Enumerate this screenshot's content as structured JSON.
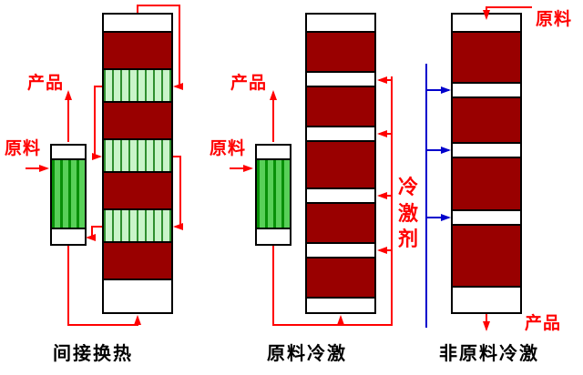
{
  "colors": {
    "catalyst_bed": "#990000",
    "pipe_red": "#ff0000",
    "pipe_blue": "#0000cc",
    "label_text": "#ff0000",
    "caption_text": "#000000"
  },
  "diagrams": [
    {
      "id": "indirect-heat-exchange",
      "caption": "间接换热",
      "feed_label": "原料",
      "product_label": "产品",
      "catalyst_beds": 4,
      "interbed_exchangers": 3,
      "external_exchanger": true
    },
    {
      "id": "feed-quench",
      "caption": "原料冷激",
      "feed_label": "原料",
      "product_label": "产品",
      "quench_label": "冷激剂",
      "catalyst_beds": 5,
      "quench_injection_points": 4,
      "external_exchanger": true
    },
    {
      "id": "non-feed-quench",
      "caption": "非原料冷激",
      "feed_label": "原料",
      "product_label": "产品",
      "catalyst_beds": 4,
      "quench_injection_points": 3,
      "external_exchanger": false
    }
  ]
}
